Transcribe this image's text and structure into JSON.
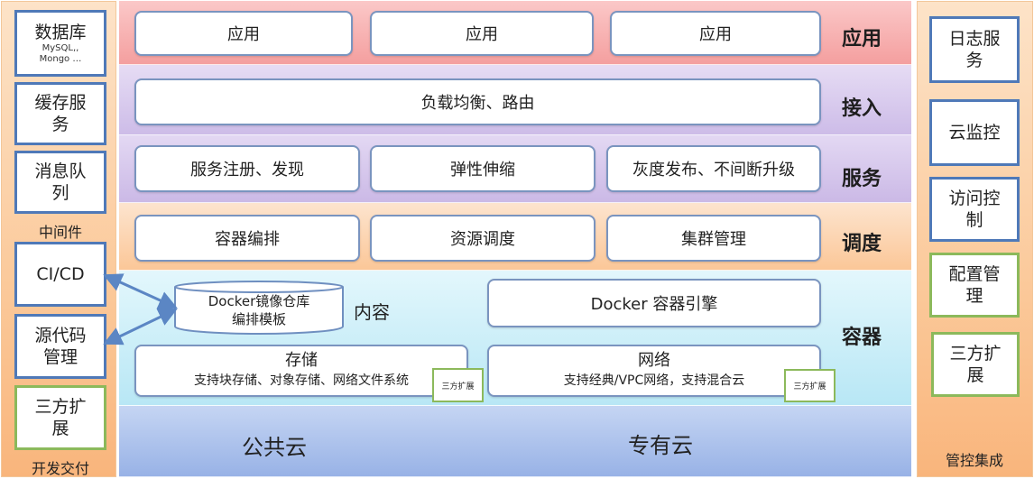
{
  "left_panel": {
    "middleware": {
      "caption": "中间件",
      "db": {
        "label": "数据库",
        "sub1": "MySQL,,",
        "sub2": "Mongo …"
      },
      "cache": {
        "label1": "缓存服",
        "label2": "务"
      },
      "mq": {
        "label1": "消息队",
        "label2": "列"
      }
    },
    "devops": {
      "caption": "开发交付",
      "cicd": {
        "label": "CI/CD"
      },
      "source": {
        "label1": "源代码",
        "label2": "管理"
      },
      "thirdparty": {
        "label1": "三方扩",
        "label2": "展"
      }
    }
  },
  "right_panel": {
    "caption": "管控集成",
    "items": [
      {
        "l1": "日志服",
        "l2": "务"
      },
      {
        "l1": "云监控",
        "l2": ""
      },
      {
        "l1": "访问控",
        "l2": "制"
      },
      {
        "l1": "配置管",
        "l2": "理"
      },
      {
        "l1": "三方扩",
        "l2": "展"
      }
    ]
  },
  "layers": {
    "app": {
      "label": "应用",
      "cards": [
        "应用",
        "应用",
        "应用"
      ]
    },
    "access": {
      "label": "接入",
      "card": "负载均衡、路由"
    },
    "service": {
      "label": "服务",
      "cards": [
        "服务注册、发现",
        "弹性伸缩",
        "灰度发布、不间断升级"
      ]
    },
    "schedule": {
      "label": "调度",
      "cards": [
        "容器编排",
        "资源调度",
        "集群管理"
      ]
    },
    "container": {
      "label": "容器",
      "registry": {
        "line1": "Docker镜像仓库",
        "line2": "编排模板"
      },
      "content_label": "内容",
      "engine": "Docker 容器引擎",
      "storage": {
        "title": "存储",
        "desc": "支持块存储、对象存储、网络文件系统",
        "badge": "三方扩展"
      },
      "network": {
        "title": "网络",
        "desc": "支持经典/VPC网络，支持混合云",
        "badge": "三方扩展"
      }
    },
    "infra": {
      "public": "公共云",
      "private": "专有云"
    }
  },
  "colors": {
    "app_layer": "#f7a9a9",
    "access_layer": "#d2c3ea",
    "service_layer": "#cfc0e8",
    "schedule_layer": "#fcd3ae",
    "container_layer": "#c6eef8",
    "infra_layer": "#a9c0ec",
    "box_border": "#4f79b8",
    "green_border": "#8cb95b",
    "arrow": "#5b86c4"
  }
}
